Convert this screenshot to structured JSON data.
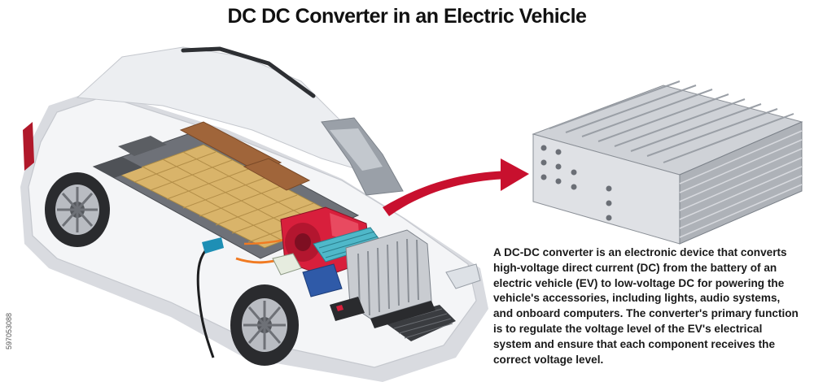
{
  "title": "DC DC Converter in an Electric Vehicle",
  "description": "A DC-DC converter is an electronic device that converts high-voltage direct current (DC) from the battery of an electric vehicle (EV) to low-voltage DC for powering the vehicle's accessories, including lights, audio systems, and onboard computers. The converter's primary function is to regulate the voltage level of the EV's electrical system and ensure that each component receives the correct voltage level.",
  "stock_id": "597053088",
  "colors": {
    "car_body": "#f4f5f7",
    "battery_tray": "#d9b46a",
    "battery_module": "#a0653a",
    "arrow": "#c8102e",
    "converter_fins": "#b9bcc2",
    "motor": "#d81f3c",
    "cable": "#f07a22"
  },
  "icons": {
    "arrow": "red-curved-arrow",
    "converter": "dc-dc-converter-unit"
  }
}
